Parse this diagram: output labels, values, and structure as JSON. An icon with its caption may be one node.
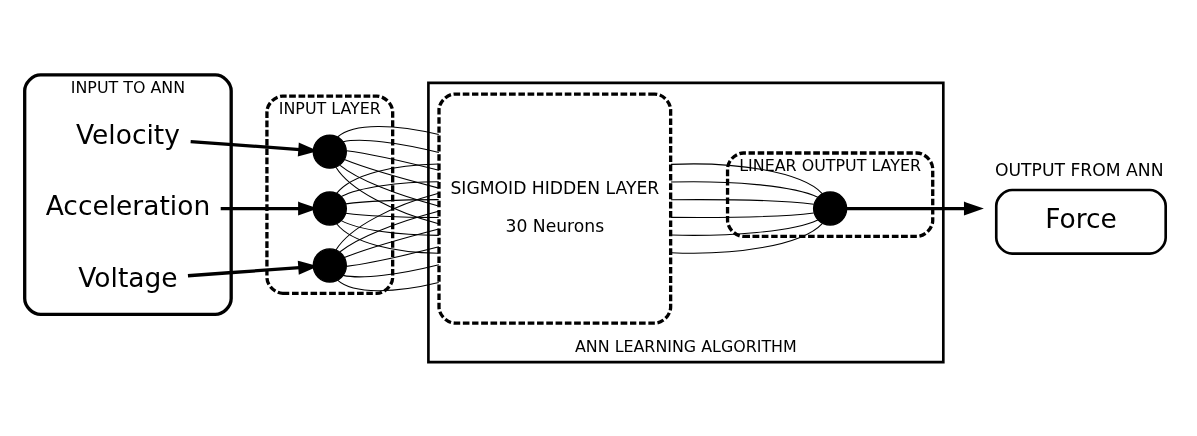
{
  "diagram": {
    "nodes": [
      {
        "text": [
          "INPUT TO ANN"
        ]
      },
      {
        "text": [
          "Velocity"
        ],
        "in": 0
      },
      {
        "text": [
          "Acceleration"
        ],
        "in": 0
      },
      {
        "text": [
          "Voltage"
        ],
        "in": 0
      },
      {
        "text": [
          "INPUT LAYER"
        ]
      },
      {
        "text": [],
        "shape": "circle",
        "in": 4
      },
      {
        "text": [],
        "shape": "circle",
        "in": 4
      },
      {
        "text": [],
        "shape": "circle",
        "in": 4
      },
      {
        "text": [
          "ANN LEARNING ALGORITHM"
        ]
      },
      {
        "text": [
          "SIGMOID HIDDEN LAYER",
          "30 Neurons"
        ],
        "in": 8
      },
      {
        "text": [
          "LINEAR OUTPUT LAYER"
        ],
        "in": 8
      },
      {
        "text": [],
        "shape": "circle",
        "in": 10
      },
      {
        "text": [
          "OUTPUT FROM ANN",
          "Force"
        ]
      }
    ],
    "edges": [
      {
        "from": 1,
        "to": 5,
        "arrow": "to",
        "style": "thick"
      },
      {
        "from": 2,
        "to": 6,
        "arrow": "to",
        "style": "thick"
      },
      {
        "from": 3,
        "to": 7,
        "arrow": "to",
        "style": "thick"
      },
      {
        "from": 5,
        "to": 9,
        "arrow": "none"
      },
      {
        "from": 5,
        "to": 9,
        "arrow": "none"
      },
      {
        "from": 5,
        "to": 9,
        "arrow": "none"
      },
      {
        "from": 5,
        "to": 9,
        "arrow": "none"
      },
      {
        "from": 5,
        "to": 9,
        "arrow": "none"
      },
      {
        "from": 5,
        "to": 9,
        "arrow": "none"
      },
      {
        "from": 6,
        "to": 9,
        "arrow": "none"
      },
      {
        "from": 6,
        "to": 9,
        "arrow": "none"
      },
      {
        "from": 6,
        "to": 9,
        "arrow": "none"
      },
      {
        "from": 6,
        "to": 9,
        "arrow": "none"
      },
      {
        "from": 6,
        "to": 9,
        "arrow": "none"
      },
      {
        "from": 6,
        "to": 9,
        "arrow": "none"
      },
      {
        "from": 7,
        "to": 9,
        "arrow": "none"
      },
      {
        "from": 7,
        "to": 9,
        "arrow": "none"
      },
      {
        "from": 7,
        "to": 9,
        "arrow": "none"
      },
      {
        "from": 7,
        "to": 9,
        "arrow": "none"
      },
      {
        "from": 7,
        "to": 9,
        "arrow": "none"
      },
      {
        "from": 7,
        "to": 9,
        "arrow": "none"
      },
      {
        "from": 9,
        "to": 11,
        "arrow": "none"
      },
      {
        "from": 9,
        "to": 11,
        "arrow": "none"
      },
      {
        "from": 9,
        "to": 11,
        "arrow": "none"
      },
      {
        "from": 9,
        "to": 11,
        "arrow": "none"
      },
      {
        "from": 9,
        "to": 11,
        "arrow": "none"
      },
      {
        "from": 9,
        "to": 11,
        "arrow": "none"
      },
      {
        "from": 11,
        "to": 12,
        "arrow": "to",
        "style": "thick"
      }
    ]
  }
}
